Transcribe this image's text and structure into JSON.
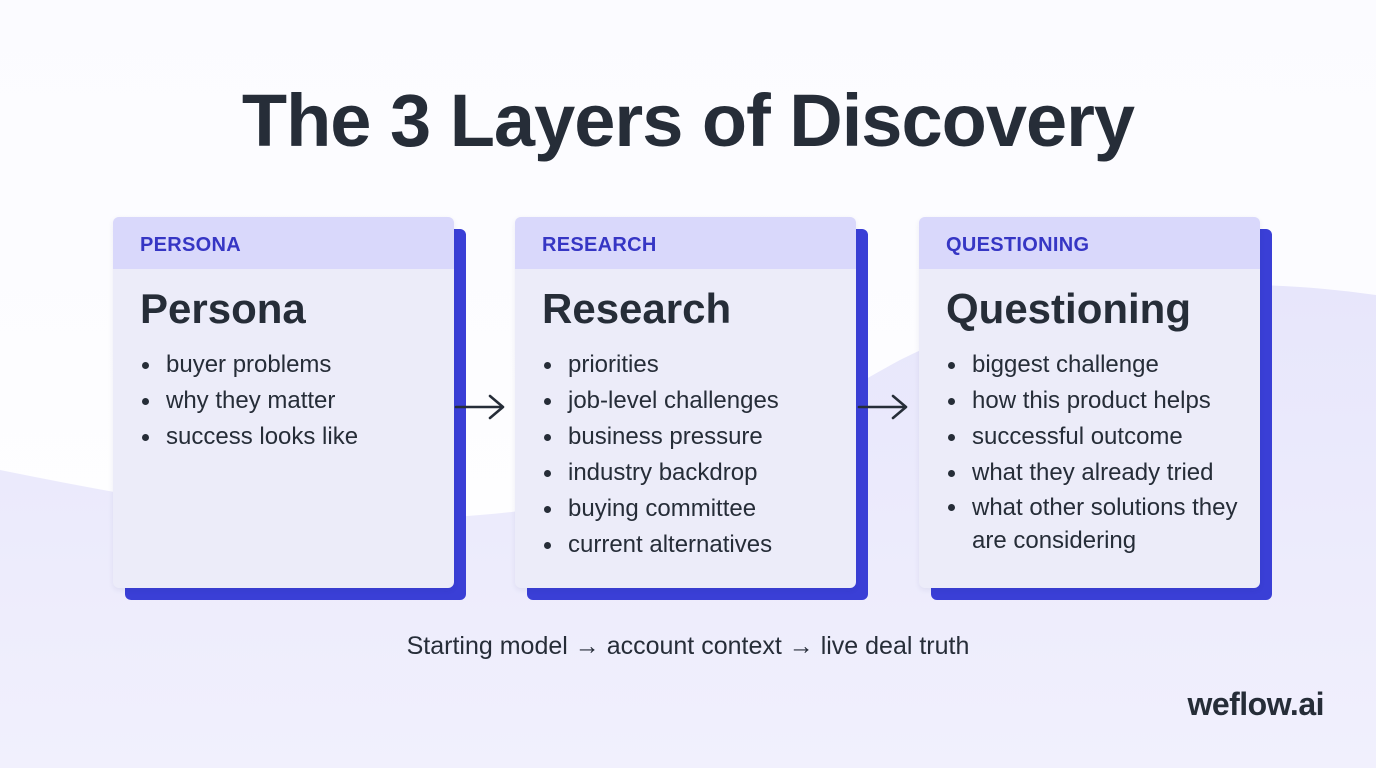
{
  "title": "The 3 Layers of Discovery",
  "cards": [
    {
      "tag": "PERSONA",
      "heading": "Persona",
      "items": [
        "buyer problems",
        "why they matter",
        "success looks like"
      ]
    },
    {
      "tag": "RESEARCH",
      "heading": "Research",
      "items": [
        "priorities",
        "job-level challenges",
        "business pressure",
        "industry backdrop",
        "buying committee",
        "current alternatives"
      ]
    },
    {
      "tag": "QUESTIONING",
      "heading": "Questioning",
      "items": [
        "biggest challenge",
        "how this product helps",
        "successful outcome",
        "what they already tried",
        "what other solutions they are considering"
      ]
    }
  ],
  "footer_caption": "Starting model → account context → live deal truth",
  "brand": "weflow.ai",
  "colors": {
    "accent": "#3a3fd6",
    "tag_text": "#3636c4",
    "tag_bg": "#d9d8fb",
    "card_bg": "#ececf9",
    "text": "#262d38"
  },
  "icons": {
    "connector": "arrow-right-icon"
  }
}
